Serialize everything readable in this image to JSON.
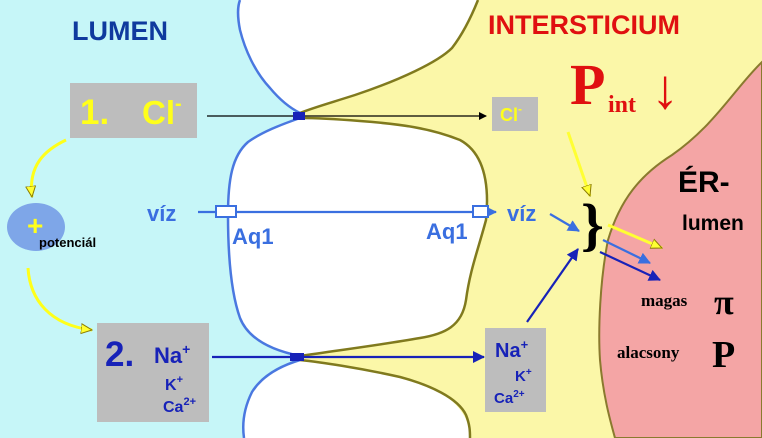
{
  "regions": {
    "lumen_label": "LUMEN",
    "interstitium_label": "INTERSTICIUM",
    "vessel_label_line1": "ÉR-",
    "vessel_label_line2": "lumen"
  },
  "pressure": {
    "symbol": "P",
    "subscript": "int",
    "arrow": "↓"
  },
  "step1": {
    "number": "1.",
    "ion": "Cl",
    "charge": "-",
    "right_ion": "Cl",
    "right_charge": "-"
  },
  "potential": {
    "sign": "+",
    "label": "potenciál"
  },
  "water": {
    "left_label": "víz",
    "right_label": "víz",
    "channel_left": "Aq1",
    "channel_right": "Aq1"
  },
  "step2": {
    "number": "2.",
    "na": "Na",
    "na_charge": "+",
    "k": "K",
    "k_charge": "+",
    "ca": "Ca",
    "ca_charge": "2+",
    "right_na": "Na",
    "right_na_charge": "+",
    "right_k": "K",
    "right_k_charge": "+",
    "right_ca": "Ca",
    "right_ca_charge": "2+"
  },
  "brace": "}",
  "outcomes": {
    "high_word": "magas",
    "high_symbol": "π",
    "low_word": "alacsony",
    "low_symbol": "P"
  },
  "colors": {
    "lumen_bg": "#c6f6f8",
    "interstitium_bg": "#fbf7a8",
    "vessel_bg": "#f4a5a5",
    "label_blue": "#0f3a9e",
    "water_blue": "#3a6fe0",
    "na_arrow_blue": "#1722b8",
    "red": "#e01010",
    "box_gray": "#bdbdbd",
    "step_yellow": "#ffff1a",
    "cell_outline": "#4a78e0",
    "cell_border_right": "#807a1e"
  }
}
